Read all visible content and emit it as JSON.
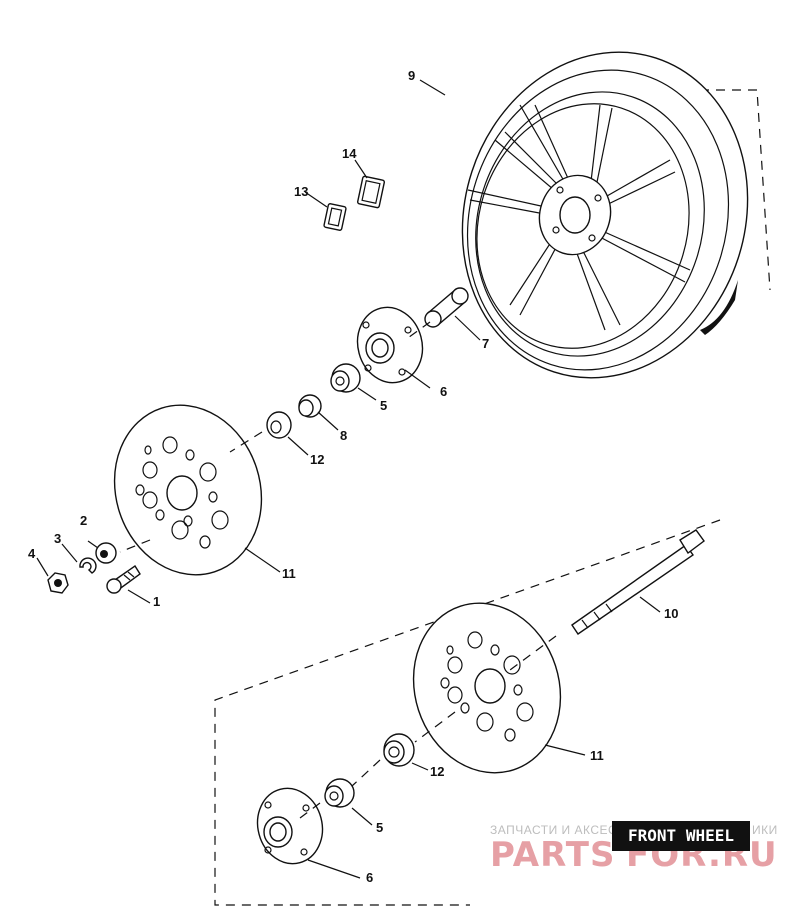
{
  "title": "FRONT WHEEL",
  "labels": {
    "p1": "1",
    "p2": "2",
    "p3": "3",
    "p4": "4",
    "p5a": "5",
    "p5b": "5",
    "p6a": "6",
    "p6b": "6",
    "p7": "7",
    "p8": "8",
    "p9": "9",
    "p10": "10",
    "p11a": "11",
    "p11b": "11",
    "p12a": "12",
    "p12b": "12",
    "p13": "13",
    "p14": "14"
  },
  "watermark": {
    "line": "ЗАПЧАСТИ И АКСЕС",
    "line_tail": "ИКИ",
    "logo_a": "PARTS",
    "logo_b": "FOR.RU"
  }
}
